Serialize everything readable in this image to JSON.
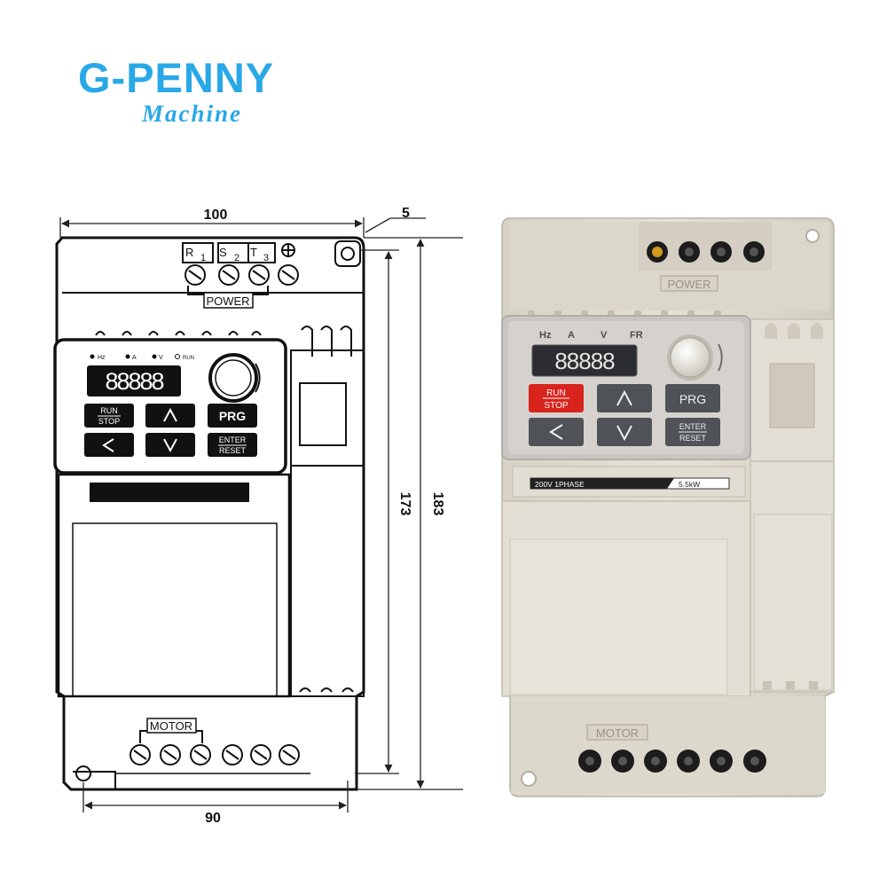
{
  "brand": {
    "name": "G-PENNY",
    "tagline": "Machine"
  },
  "dimensions": {
    "width": "100",
    "thickness": "5",
    "hole_spacing_h": "173",
    "height": "183",
    "mount_width": "90"
  },
  "drawing": {
    "indicators": [
      "Hz",
      "A",
      "V",
      "RUN"
    ],
    "display": "88888",
    "buttons": {
      "run": "RUN",
      "stop": "STOP",
      "up": "^",
      "prg": "PRG",
      "left": "<",
      "down": "v",
      "enter": "ENTER",
      "reset": "RESET"
    },
    "input_terminals": [
      "R",
      "1",
      "S",
      "2",
      "T",
      "3"
    ],
    "power_label": "POWER",
    "motor_label": "MOTOR"
  },
  "photo": {
    "indicators": [
      "Hz",
      "A",
      "V",
      "FR"
    ],
    "display": "88888",
    "buttons": {
      "run": "RUN",
      "stop": "STOP",
      "up": "^",
      "prg": "PRG",
      "left": "<",
      "down": "v",
      "enter": "ENTER",
      "reset": "RESET"
    },
    "rating_left": "200V 1PHASE",
    "rating_right": "5.5kW",
    "power_label": "POWER",
    "motor_label": "MOTOR",
    "colors": {
      "housing": "#e2ddd1",
      "run_button": "#d9231d",
      "button_dark": "#4f5256"
    }
  }
}
